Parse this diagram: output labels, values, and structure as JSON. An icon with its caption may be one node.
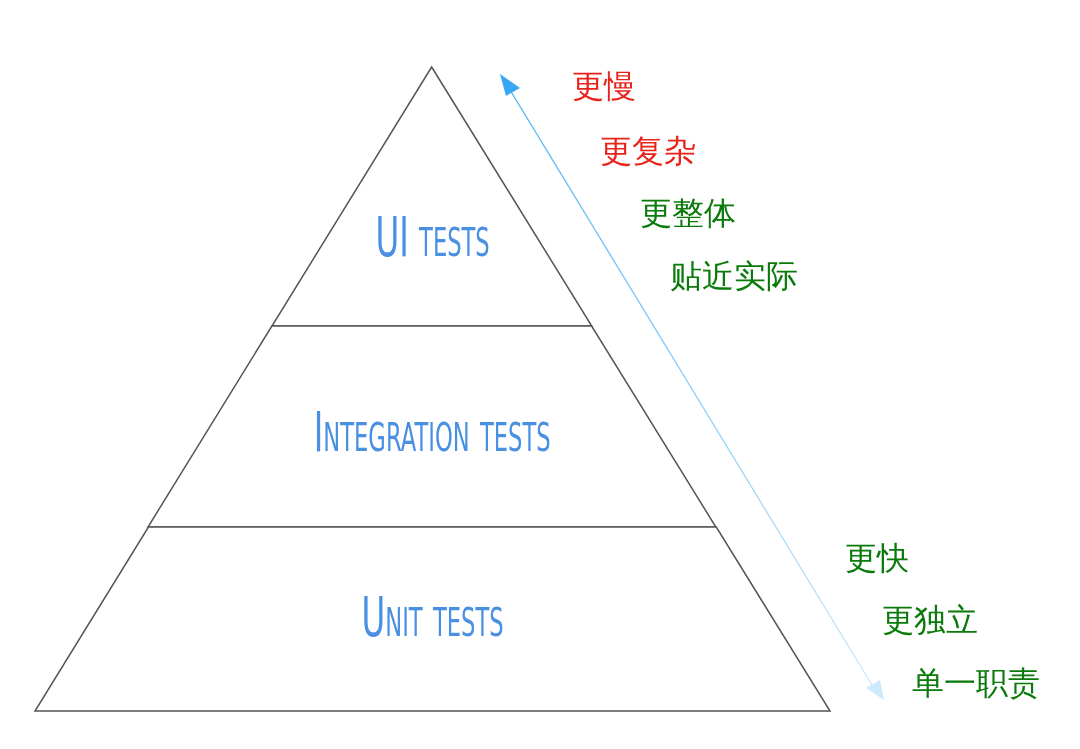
{
  "diagram": {
    "nodes": [
      {
        "text": [
          "UI tests"
        ]
      },
      {
        "text": [
          "Integration tests"
        ]
      },
      {
        "text": [
          "Unit tests"
        ]
      }
    ],
    "labels": [
      "更慢",
      "更复杂",
      "更整体",
      "贴近实际",
      "更快",
      "更独立",
      "单一职责"
    ]
  }
}
